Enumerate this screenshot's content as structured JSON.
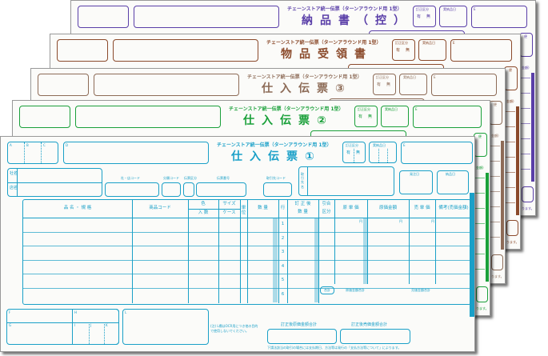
{
  "colors": {
    "purple": "#5a3fa8",
    "brown": "#8b4a2b",
    "gray_brown": "#8d6b57",
    "green": "#1aa03a",
    "cyan": "#1aa0c8"
  },
  "common": {
    "header": "チェーンストア統一伝票（ターンアラウンド用 1型）",
    "correction_label": "訂正区分",
    "correction_yes": "有",
    "correction_no": "無",
    "delivery_date_label": "実納品日",
    "ymd": [
      "年",
      "月",
      "日"
    ],
    "box_a": "A",
    "box_b": "B",
    "box_c": "C",
    "box_d": "D",
    "box_e": "E",
    "bin_label": "便",
    "remark_tail": "金額)",
    "footer_tail": "ります。"
  },
  "back_forms": [
    {
      "title": "納品書（控）",
      "color": "#5a3fa8"
    },
    {
      "title": "物品受領書",
      "color": "#8b4a2b"
    },
    {
      "title": "仕入伝票③",
      "color": "#8d6b57"
    },
    {
      "title": "仕入伝票②",
      "color": "#1aa03a"
    }
  ],
  "front": {
    "title": "仕入伝票①",
    "company_label": "社名",
    "store_label": "店名",
    "store_code_label": "社・店コード",
    "category_code_label": "分類コード",
    "slip_type_label": "伝票区分",
    "slip_number_label": "伝票番号",
    "supplier_code_label": "取引先コード",
    "supplier_name_label": "取引先名",
    "order_date_label": "発注日",
    "delivery_label": "納品日",
    "table": {
      "headers": {
        "item": "品 名 ・ 規 格",
        "product_code": "商品コード",
        "color": "色",
        "quantity_per": "入 数",
        "size": "サイズ",
        "case": "ケース",
        "unit": "単位",
        "quantity": "数 量",
        "line": "行",
        "corrected_qty_1": "訂 正 後",
        "corrected_qty_2": "数 量",
        "reference_1": "引合",
        "reference_2": "区分",
        "cost_price": "原 単 価",
        "cost_amount": "原価金額",
        "sale_price": "売 単 価",
        "remarks": "備考(売価金額)"
      },
      "yen": "円",
      "line_numbers": [
        "1",
        "2",
        "3",
        "4",
        "5",
        "6"
      ],
      "total_label": "合計",
      "cost_total_label": "原価金額合計",
      "sale_total_label": "売価金額合計"
    },
    "box_f": "F",
    "box_g": "G",
    "box_h": "H",
    "box_i": "I",
    "box_j": "J",
    "box_k": "K",
    "box_l": "L",
    "note": "(注) L欄はOCR用につき他の目的で使用しないでください。",
    "corrected_cost_total_label": "訂正後原価金額合計",
    "corrected_sale_total_label": "訂正後売価金額合計",
    "footer": "下請法該当の取引の場合には支払期日、方法等は発行の「支払方法等について」によります。"
  }
}
